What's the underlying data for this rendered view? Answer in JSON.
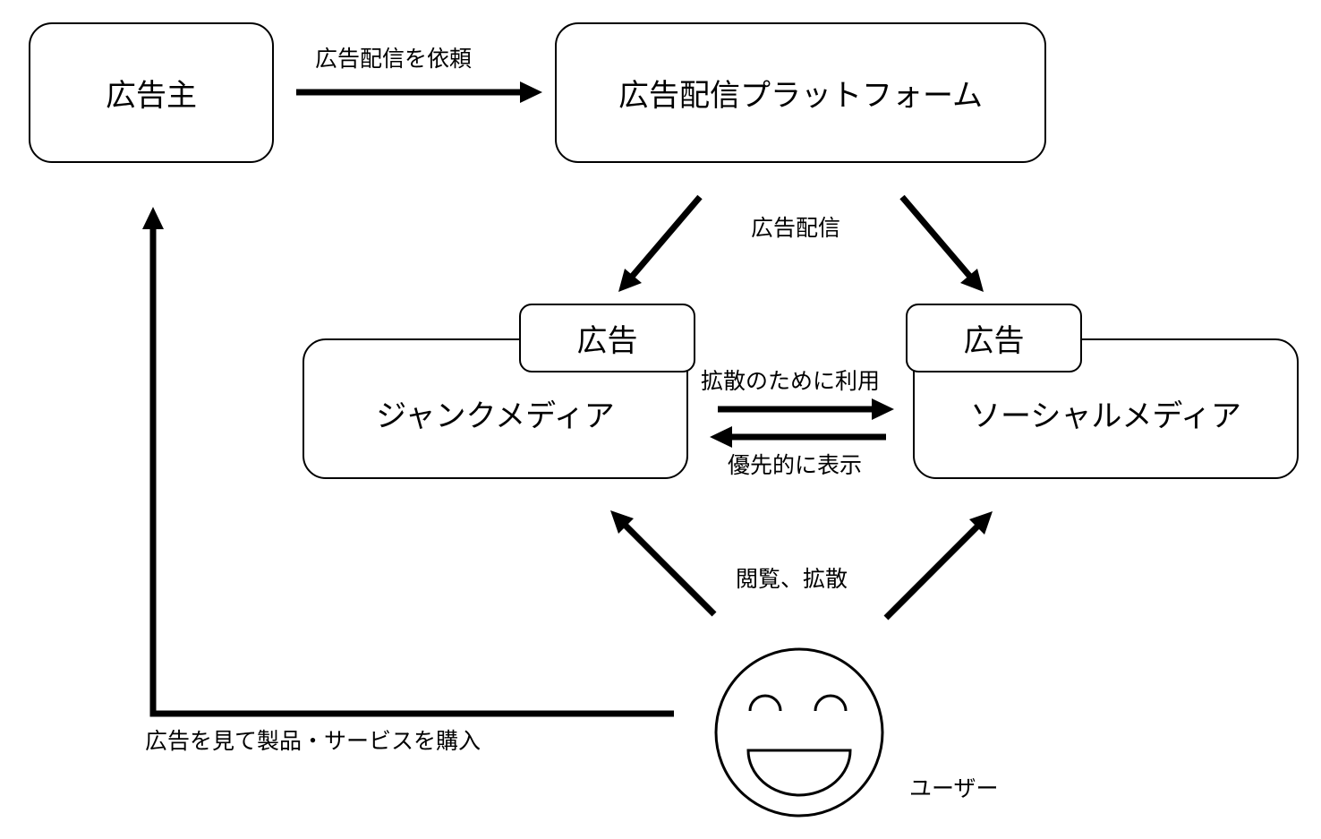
{
  "nodes": {
    "advertiser": "広告主",
    "platform": "広告配信プラットフォーム",
    "junk_media": "ジャンクメディア",
    "social_media": "ソーシャルメディア",
    "junk_ad_tag": "広告",
    "social_ad_tag": "広告",
    "user": "ユーザー"
  },
  "edges": {
    "request_delivery": "広告配信を依頼",
    "ad_delivery": "広告配信",
    "spread_use": "拡散のために利用",
    "priority_display": "優先的に表示",
    "view_spread": "閲覧、拡散",
    "purchase": "広告を見て製品・サービスを購入"
  },
  "icons": {
    "user": "smiley-face-icon"
  },
  "colors": {
    "stroke": "#000000",
    "background": "#ffffff"
  }
}
